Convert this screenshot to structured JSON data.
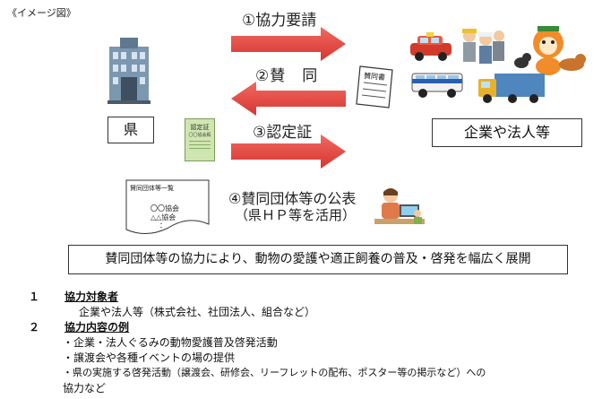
{
  "caption": "《イメージ図》",
  "prefecture_label": "県",
  "corporations_label": "企業や法人等",
  "arrows": {
    "request": "①協力要請",
    "agree": "②賛　同",
    "certificate": "③認定証"
  },
  "documents": {
    "certificate_title": "認定証",
    "certificate_sub": "〇〇協会殿",
    "sanko_title": "賛同書",
    "list_title": "賛同団体等一覧",
    "list_item_1": "〇〇協会",
    "list_item_2": "△△協会",
    "list_dots": "："
  },
  "publication": {
    "line1": "④賛同団体等の公表",
    "line2": "（県ＨＰ等を活用）"
  },
  "summary": "賛同団体等の協力により、動物の愛護や適正飼養の普及・啓発を幅広く展開",
  "sections": {
    "s1_num": "１",
    "s1_title": "協力対象者",
    "s1_body": "企業や法人等（株式会社、社団法人、組合など）",
    "s2_num": "２",
    "s2_title": "協力内容の例",
    "s2_item1": "・企業・法人ぐるみの動物愛護普及啓発活動",
    "s2_item2": "・譲渡会や各種イベントの場の提供",
    "s2_item3": "・県の実施する啓発活動（譲渡会、研修会、リーフレットの配布、ポスター等の掲示など）への",
    "s2_item4": "協力など"
  },
  "colors": {
    "arrow_red": "#d9352f",
    "arrow_red_light": "#ee6a63",
    "cert_green": "#cfe6b0"
  },
  "icons": [
    "prefectural-office-building-icon",
    "taxi-icon",
    "workers-icon",
    "mascot-dog-icon",
    "bus-icon",
    "truck-icon",
    "person-at-computer-icon"
  ]
}
